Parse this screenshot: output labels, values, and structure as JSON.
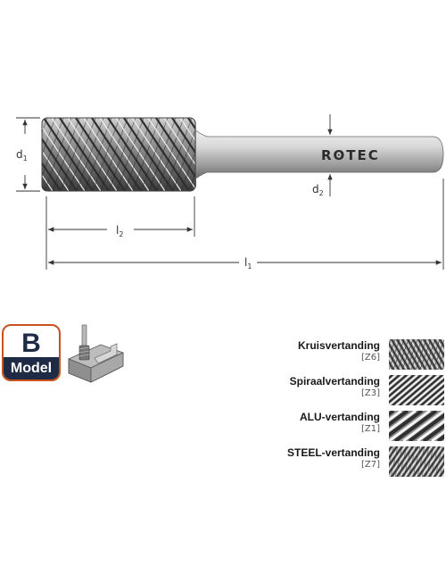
{
  "brand": "RʘTEC",
  "dimensions": {
    "d1": {
      "main": "d",
      "sub": "1"
    },
    "d2": {
      "main": "d",
      "sub": "2"
    },
    "l2": {
      "main": "l",
      "sub": "2"
    },
    "l1": {
      "main": "l",
      "sub": "1"
    }
  },
  "model": {
    "letter": "B",
    "label": "Model"
  },
  "cuts": [
    {
      "name": "Kruisvertanding",
      "code": "[Z6]",
      "pattern": "cross"
    },
    {
      "name": "Spiraalvertanding",
      "code": "[Z3]",
      "pattern": "spiral"
    },
    {
      "name": "ALU-vertanding",
      "code": "[Z1]",
      "pattern": "alu"
    },
    {
      "name": "STEEL-vertanding",
      "code": "[Z7]",
      "pattern": "steel"
    }
  ],
  "colors": {
    "badge_border": "#c8531f",
    "badge_band": "#1f2b45",
    "dimension_line": "#333333"
  }
}
